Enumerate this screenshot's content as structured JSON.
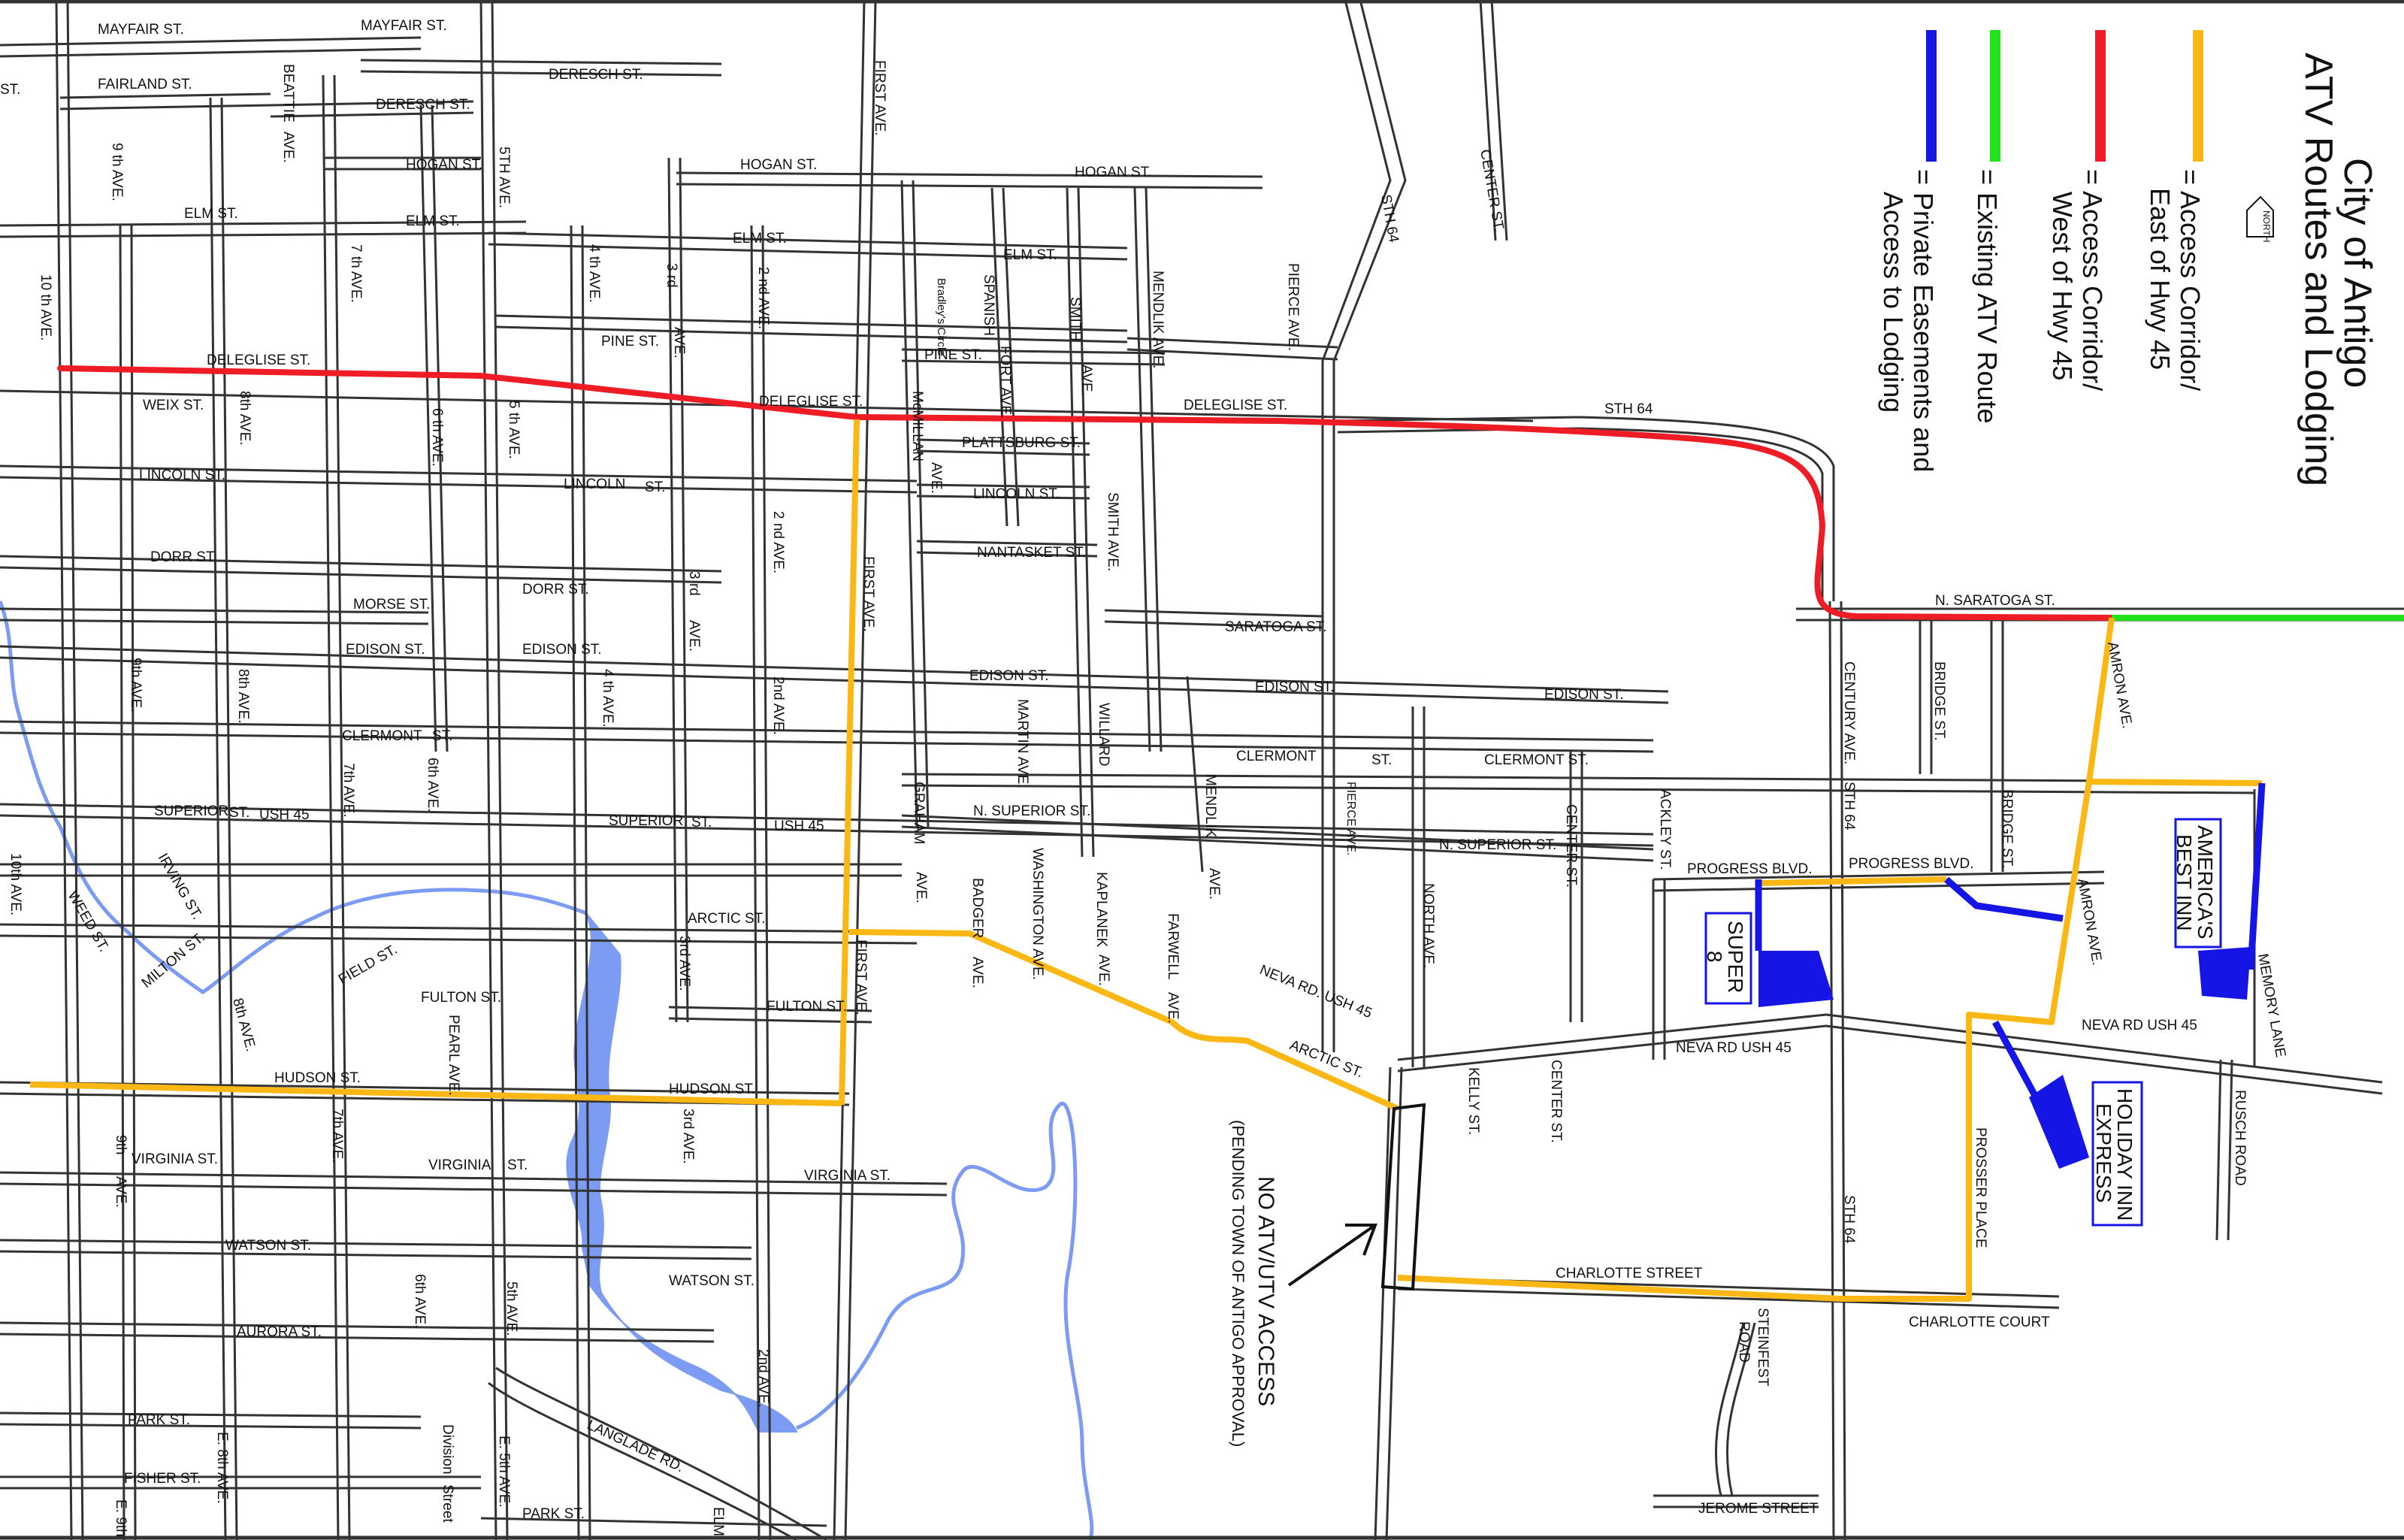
{
  "title_line1": "City of Antigo",
  "title_line2": "ATV Routes and Lodging",
  "north_label": "NORTH",
  "legend": [
    {
      "label_1": "= Access Corridor/",
      "label_2": "East of Hwy 45",
      "color": "#FBB714"
    },
    {
      "label_1": "= Access Corridor/",
      "label_2": "West of Hwy 45",
      "color": "#EE1C25"
    },
    {
      "label_1": "= Existing ATV Route",
      "label_2": "",
      "color": "#22E31A"
    },
    {
      "label_1": "= Private Easements and",
      "label_2": "Access to Lodging",
      "color": "#1515E6"
    }
  ],
  "lodging": {
    "americas_best_1": "AMERICA'S",
    "americas_best_2": "BEST INN",
    "super8_1": "SUPER",
    "super8_2": "8",
    "holiday_1": "HOLIDAY INN",
    "holiday_2": "EXPRESS"
  },
  "note_1": "NO ATV/UTV ACCESS",
  "note_2": "(PENDING TOWN OF ANTIGO APPROVAL)",
  "colors": {
    "water": "#7B9CF2",
    "road": "#333333"
  },
  "streets": {
    "mayfair_1": "MAYFAIR ST.",
    "mayfair_2": "MAYFAIR ST.",
    "st_corner": "ST.",
    "fairland": "FAIRLAND ST.",
    "beattie": "BEATTIE",
    "ave_b": "AVE.",
    "deresch_1": "DERESCH ST.",
    "deresch_2": "DERESCH ST.",
    "hogan_1": "HOGAN ST.",
    "hogan_2": "HOGAN ST.",
    "hogan_3": "HOGAN ST.",
    "elm_1": "ELM ST.",
    "elm_2": "ELM ST.",
    "elm_3": "ELM ST.",
    "elm_4": "ELM ST.",
    "ninth_ave": "9 th AVE.",
    "tenth_ave": "10 th AVE.",
    "seventh_ave": "7 th AVE.",
    "fifth_ave": "5TH AVE.",
    "fourth_ave": "4 th AVE.",
    "third_rd": "3 rd",
    "ave_3": "AVE.",
    "second_ave": "2 nd AVE.",
    "first_ave_n": "FIRST AVE.",
    "bradleys": "Bradley's Circle",
    "spanish": "SPANISH",
    "smith": "SMITH",
    "mendlik_n": "MENDLIK AVE.",
    "pierce_n": "PIERCE AVE.",
    "sth64_n": "STH 64",
    "center_n": "CENTER ST.",
    "pine_1": "PINE ST.",
    "pine_2": "PINE ST.",
    "mcmillan": "McMILLAN",
    "fort_ave": "FORT AVE.",
    "ave_smith": "AVE.",
    "deleglise_1": "DELEGLISE ST.",
    "deleglise_2": "DELEGLISE ST.",
    "deleglise_3": "DELEGLISE ST.",
    "weix": "WEIX ST.",
    "eighth_ave": "8th AVE.",
    "sixth_ave": "6 th AVE.",
    "fifth_ave_2": "5 th AVE.",
    "plattsburg": "PLATTSBURG ST.",
    "sth64_e": "STH 64",
    "lincoln_1": "LINCOLN ST.",
    "lincoln_2": "LINCOLN",
    "lincoln_st": "ST.",
    "lincoln_3": "LINCOLN ST.",
    "ave_mc": "AVE.",
    "second_ave_2": "2 nd AVE.",
    "smith_ave": "SMITH AVE.",
    "nantasket": "NANTASKET ST.",
    "dorr_1": "DORR ST.",
    "dorr_2": "DORR ST.",
    "morse": "MORSE ST.",
    "third_ave_2": "3 rd",
    "ave_3b": "AVE.",
    "first_ave_m": "FIRST AVE.",
    "saratoga_1": "SARATOGA ST.",
    "n_saratoga": "N. SARATOGA ST.",
    "edison_1": "EDISON ST.",
    "edison_2": "EDISON ST.",
    "edison_3": "EDISON ST.",
    "edison_4": "EDISON ST.",
    "edison_5": "EDISON ST.",
    "ninth_ave_2": "9th AVE.",
    "eighth_ave_2": "8th AVE.",
    "fourth_ave_2": "4 th AVE.",
    "second_ave_3": "2nd AVE.",
    "martin": "MARTIN AVE.",
    "willard": "WILLARD",
    "century": "CENTURY AVE.",
    "bridge_1": "BRIDGE ST.",
    "amron_1": "AMRON AVE.",
    "clermont_1": "CLERMONT",
    "clermont_st": "ST.",
    "clermont_2": "CLERMONT",
    "clermont_st2": "ST.",
    "clermont_3": "CLERMONT ST.",
    "seventh_ave_2": "7th AVE.",
    "sixth_ave_2": "6th AVE.",
    "superior_1": "SUPERIOR",
    "superior_st": "ST.",
    "ush45_1": "USH 45",
    "superior_2": "SUPERIOR",
    "superior_st2": "ST.",
    "ush45_2": "USH 45",
    "n_superior_1": "N. SUPERIOR ST.",
    "n_superior_2": "N. SUPERIOR ST.",
    "graham": "GRAHAM",
    "ave_g": "AVE.",
    "mendlik_s": "MENDLIK",
    "pierce_s": "PIERCE AVE.",
    "ackley": "ACKLEY ST.",
    "center_s": "CENTER ST.",
    "sth64_s": "STH 64",
    "bridge_2": "BRIDGE ST.",
    "tenth_ave_2": "10th AVE.",
    "irving": "IRVING ST.",
    "weed": "WEED ST.",
    "milton": "MILTON ST.",
    "field": "FIELD ST.",
    "arctic_1": "ARCTIC ST.",
    "third_ave_3": "3rd AVE.",
    "fulton_1": "FULTON ST.",
    "fulton_2": "FULTON ST.",
    "first_ave_s": "FIRST AVE.",
    "badger": "BADGER",
    "ave_bd": "AVE.",
    "washington": "WASHINGTON AVE.",
    "kaplanek": "KAPLANEK",
    "ave_k": "AVE.",
    "farwell": "FARWELL",
    "ave_f": "AVE.",
    "ave_m2": "AVE.",
    "north_ave": "NORTH AVE.",
    "progress_1": "PROGRESS BLVD.",
    "progress_2": "PROGRESS BLVD.",
    "amron_2": "AMRON AVE.",
    "memory": "MEMORY LANE",
    "neva_1": "NEVA RD. USH 45",
    "neva_2": "NEVA RD USH 45",
    "neva_3": "NEVA RD USH 45",
    "eighth_ave_3": "8th AVE.",
    "pearl": "PEARL AVE.",
    "hudson_1": "HUDSON ST.",
    "hudson_2": "HUDSON ST.",
    "arctic_2": "ARCTIC ST.",
    "kelly": "KELLY ST.",
    "center_3": "CENTER ST.",
    "rusch": "RUSCH ROAD",
    "ninth_s": "9th",
    "ave_9": "AVE.",
    "virginia_1": "VIRGINIA ST.",
    "seventh_ave_3": "7th AVE.",
    "virginia_2": "VIRGINIA",
    "virginia_st": "ST.",
    "third_ave_4": "3rd AVE.",
    "virginia_3": "VIRGINIA ST.",
    "sth64_s2": "STH 64",
    "prosser": "PROSSER PLACE",
    "watson_1": "WATSON ST.",
    "sixth_ave_3": "6th AVE.",
    "fifth_ave_3": "5th AVE.",
    "watson_2": "WATSON ST.",
    "charlotte_st": "CHARLOTTE STREET",
    "steinfest": "STEINFEST",
    "road_s": "ROAD",
    "charlotte_ct": "CHARLOTTE COURT",
    "aurora": "AURORA ST.",
    "second_ave_4": "2nd AVE.",
    "park_1": "PARK ST.",
    "park_2": "PARK ST.",
    "e_eighth": "E. 8th AVE.",
    "division": "Division",
    "street_d": "Street",
    "e_fifth": "E. 5th AVE.",
    "langlade": "LANGLADE RD.",
    "fisher": "FISHER ST.",
    "e_ninth": "E. 9th",
    "elm_s": "ELM",
    "jerome": "JEROME STREET"
  }
}
